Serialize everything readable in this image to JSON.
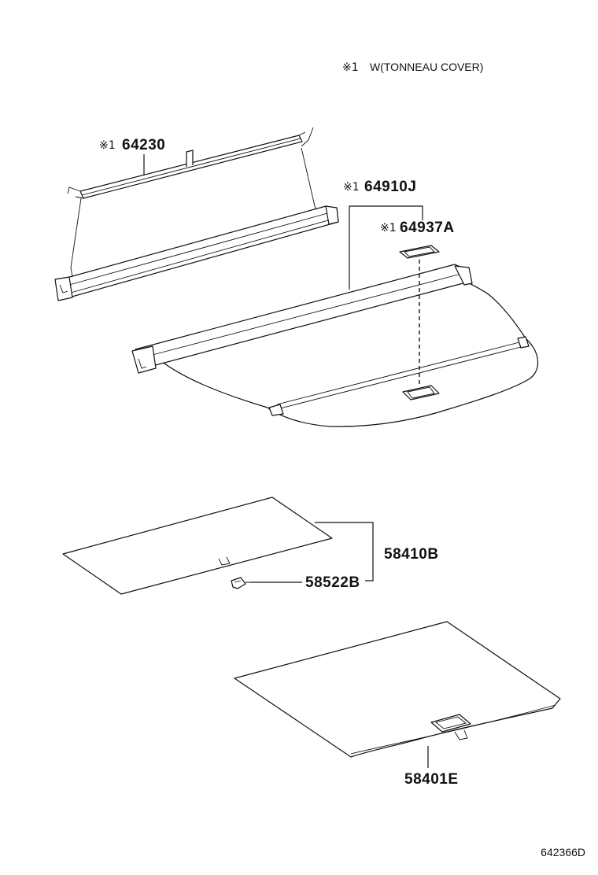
{
  "legend": {
    "mark": "※1",
    "text": "W(TONNEAU COVER)"
  },
  "parts": [
    {
      "id": "p64230",
      "mark": "※1",
      "number": "64230"
    },
    {
      "id": "p64910J",
      "mark": "※1",
      "number": "64910J"
    },
    {
      "id": "p64937A",
      "mark": "※1",
      "number": "64937A"
    },
    {
      "id": "p58410B",
      "mark": "",
      "number": "58410B"
    },
    {
      "id": "p58522B",
      "mark": "",
      "number": "58522B"
    },
    {
      "id": "p58401E",
      "mark": "",
      "number": "58401E"
    }
  ],
  "diagram_code": "642366D"
}
